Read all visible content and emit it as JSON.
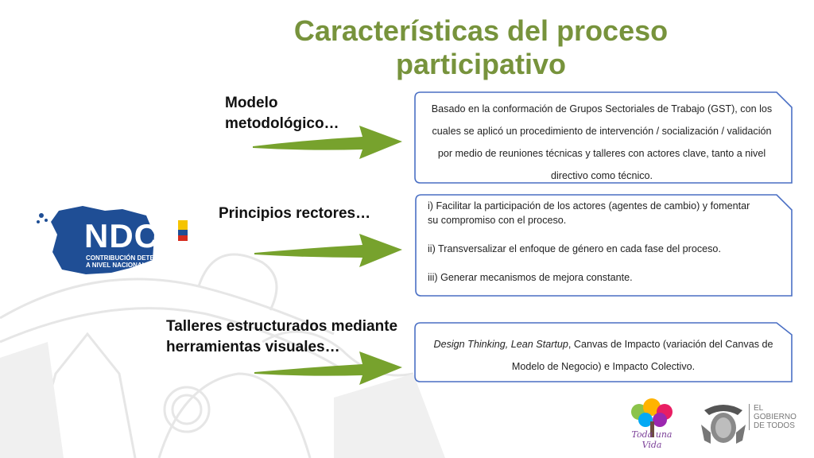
{
  "title": "Características del proceso participativo",
  "sections": [
    {
      "label": "Modelo metodológico…",
      "text": "Basado en la conformación de Grupos Sectoriales de Trabajo (GST), con los cuales se aplicó un procedimiento de intervención / socialización / validación por medio de reuniones técnicas y talleres con actores clave, tanto a nivel directivo como técnico."
    },
    {
      "label": "Principios rectores…",
      "items": [
        "i) Facilitar la participación de los actores (agentes de cambio) y fomentar su compromiso con el proceso.",
        "ii) Transversalizar el enfoque de género en cada fase del proceso.",
        "iii) Generar mecanismos de mejora constante."
      ]
    },
    {
      "label": "Talleres estructurados mediante herramientas visuales…",
      "text_italic": "Design Thinking, Lean Startup",
      "text_rest": ", Canvas de Impacto (variación del Canvas de Modelo de Negocio) e Impacto Colectivo."
    }
  ],
  "ndc_logo": {
    "letters": "NDC",
    "line1": "CONTRIBUCIÓN DETERMINADA",
    "line2": "A NIVEL NACIONAL"
  },
  "footer": {
    "toda_una_vida": "Toda una Vida",
    "gobierno_line1": "EL",
    "gobierno_line2": "GOBIERNO",
    "gobierno_line3": "DE TODOS"
  },
  "colors": {
    "title": "#77933c",
    "arrow": "#77a22d",
    "box_border": "#4a6fc4",
    "ndc_blue": "#1f4e95"
  }
}
